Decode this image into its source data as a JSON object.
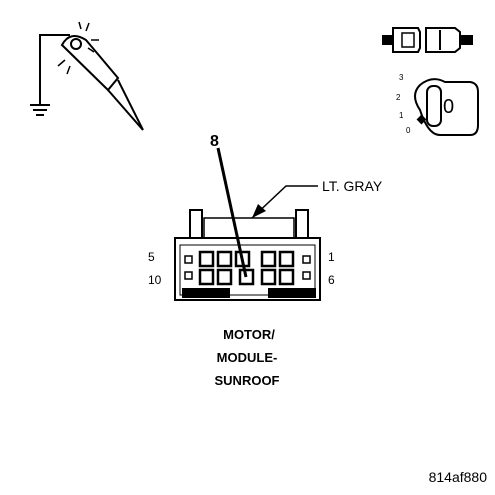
{
  "wire_color_label": "LT. GRAY",
  "callout_pin": "8",
  "pin_labels": {
    "top_left": "5",
    "top_right": "1",
    "bottom_left": "10",
    "bottom_right": "6"
  },
  "connector_name": [
    "MOTOR/",
    "MODULE-",
    "SUNROOF"
  ],
  "ignition_positions": [
    "3",
    "2",
    "1",
    "0"
  ],
  "ignition_key_value": "0",
  "figure_id": "814af880"
}
